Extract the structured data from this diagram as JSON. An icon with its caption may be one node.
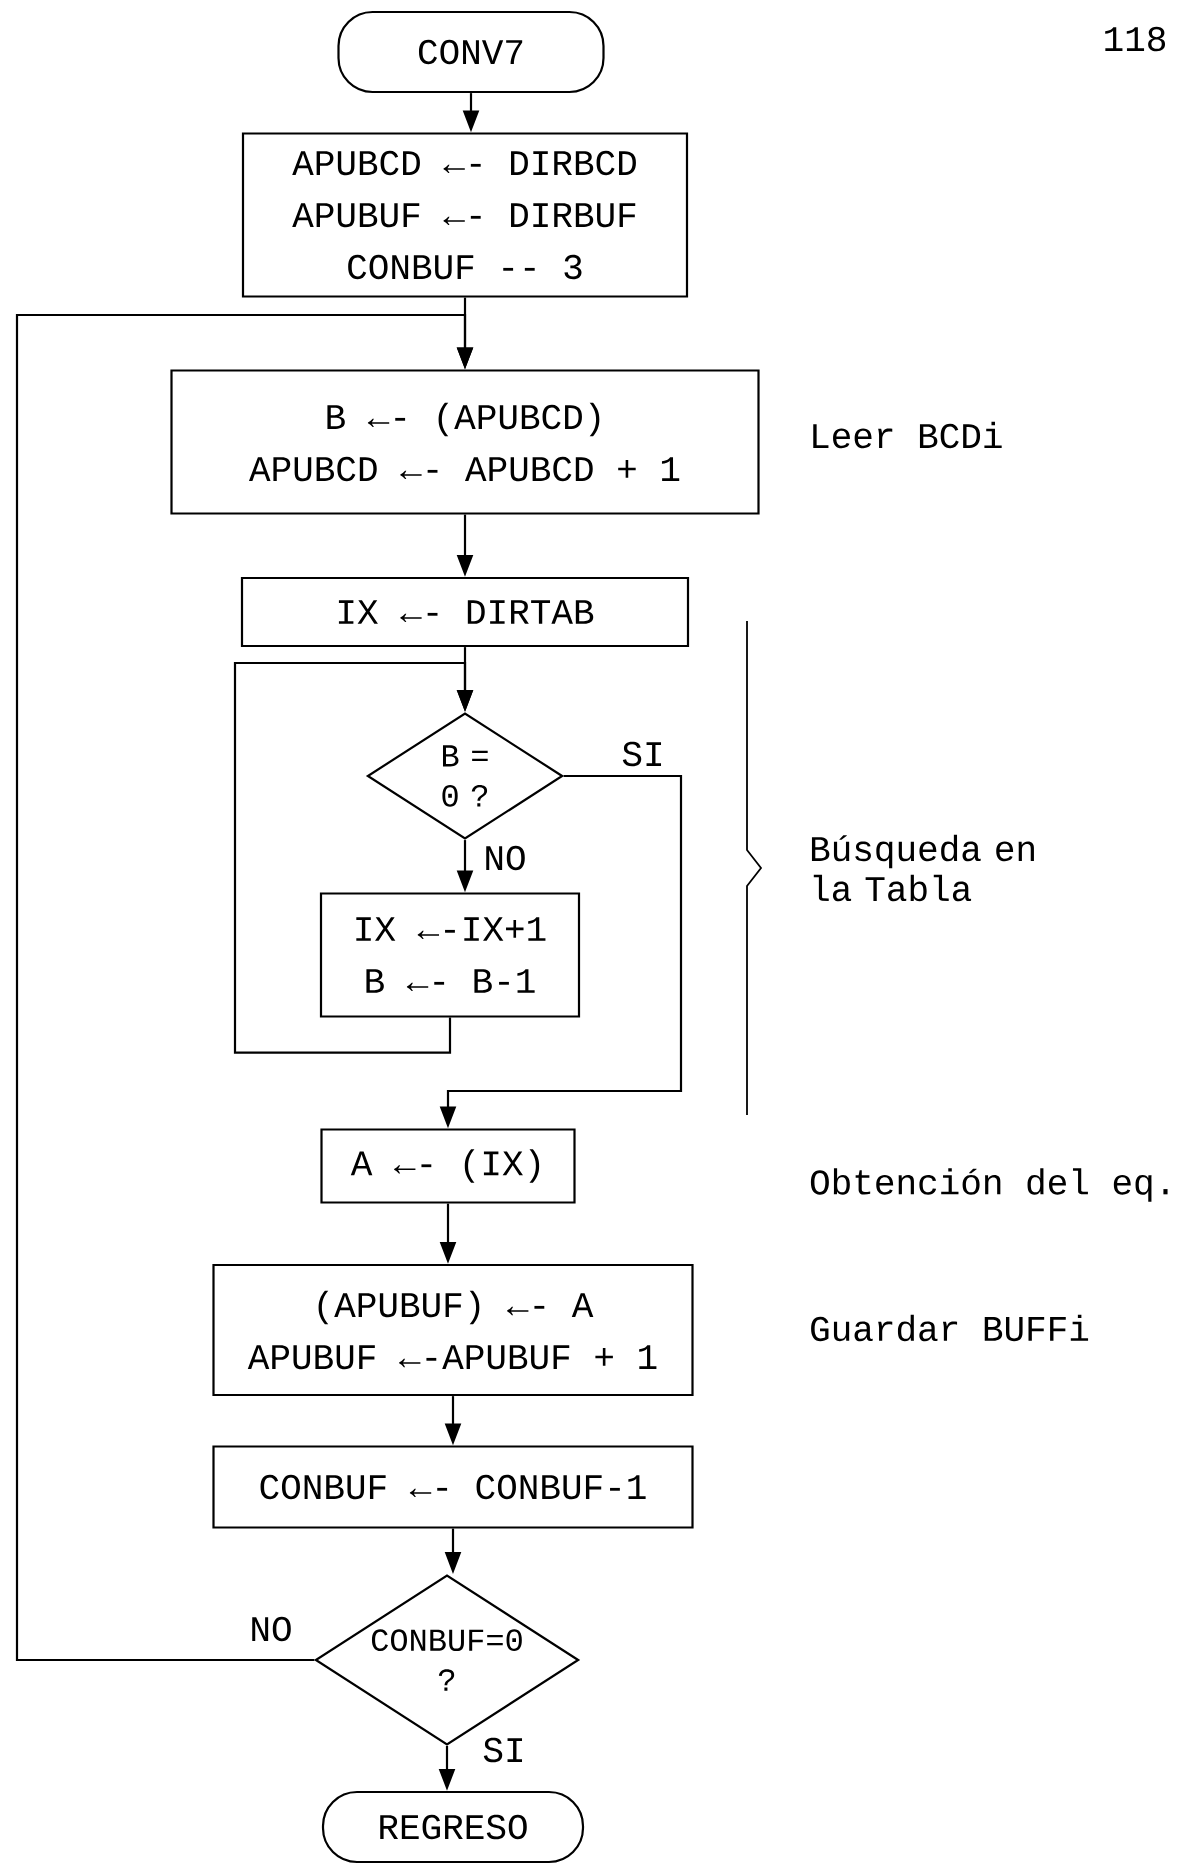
{
  "diagram": {
    "nodes": [
      {
        "text": [
          "CONV7"
        ]
      },
      {
        "text": [
          "APUBCD ←- DIRBCD",
          "APUBUF ←- DIRBUF",
          "CONBUF -- 3"
        ]
      },
      {
        "text": [
          "B ←- (APUBCD)",
          "APUBCD ←- APUBCD + 1"
        ],
        "beside": [
          "Leer BCDi"
        ]
      },
      {
        "text": [
          "IX  ←-  DIRTAB"
        ]
      },
      {
        "text": [
          "B = 0 ?"
        ]
      },
      {
        "text": [
          "IX ←-IX+1",
          "B ←- B-1"
        ]
      },
      {
        "text": [
          "A ←- (IX)"
        ]
      },
      {
        "text": [
          "(APUBUF) ←- A",
          "APUBUF ←-APUBUF + 1"
        ],
        "beside": [
          "Guardar BUFFi"
        ]
      },
      {
        "text": [
          "CONBUF ←- CONBUF-1"
        ]
      },
      {
        "text": [
          "CONBUF=0 ?"
        ]
      },
      {
        "text": [
          "REGRESO"
        ]
      }
    ],
    "edges": [
      {
        "from": 0,
        "to": 1,
        "arrow": "to"
      },
      {
        "from": 1,
        "to": 2,
        "arrow": "to"
      },
      {
        "from": 9,
        "to": 2,
        "arrow": "to",
        "label": "NO"
      },
      {
        "from": 2,
        "to": 3,
        "arrow": "to"
      },
      {
        "from": 3,
        "to": 4,
        "arrow": "to"
      },
      {
        "from": 5,
        "to": 4,
        "arrow": "to"
      },
      {
        "from": 4,
        "to": 5,
        "arrow": "to",
        "label": "NO"
      },
      {
        "from": 4,
        "to": 6,
        "arrow": "to",
        "label": "SI"
      },
      {
        "from": 6,
        "to": 7,
        "arrow": "to"
      },
      {
        "from": 7,
        "to": 8,
        "arrow": "to"
      },
      {
        "from": 8,
        "to": 9,
        "arrow": "to"
      },
      {
        "from": 9,
        "to": 10,
        "arrow": "to",
        "label": "SI"
      }
    ],
    "labels": [
      "118",
      "Búsqueda en la Tabla",
      "Obtención del eq."
    ]
  }
}
